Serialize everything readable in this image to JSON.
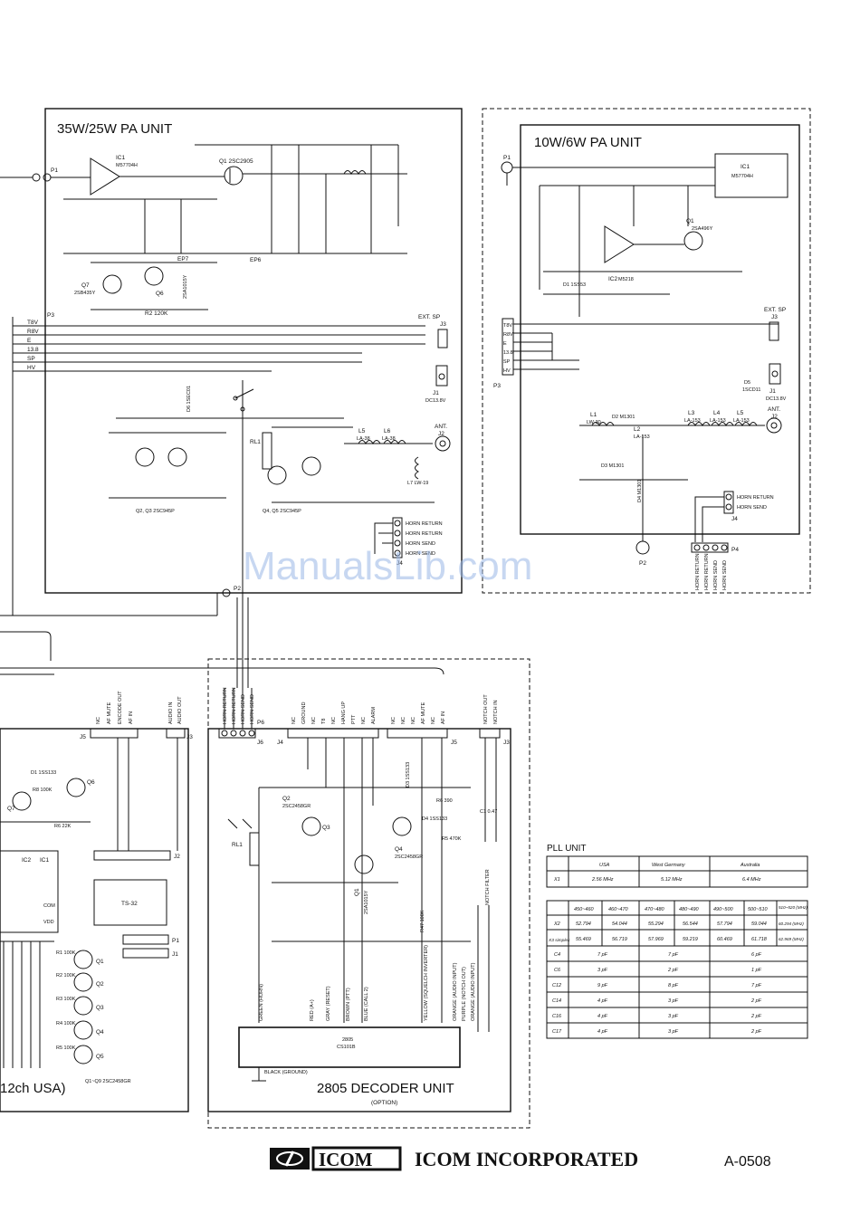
{
  "pa35": {
    "title": "35W/25W PA UNIT",
    "ic": "IC1",
    "ic_part": "M57704H",
    "q1": "Q1 2SC2905",
    "q7": "Q7",
    "q7_part": "2SB435Y",
    "q6": "Q6",
    "q6_part": "2SA1015Y",
    "q23_note": "Q2, Q3 2SC945P",
    "q45_note": "Q4, Q5 2SC945P",
    "r2": "R2 120K",
    "rl1": "RL1",
    "d6": "D6 1SEC01",
    "l5": "L5",
    "l5_part": "LA-38",
    "l6": "L6",
    "l6_part": "LA-38",
    "l7": "L7 LW-19",
    "ep6": "EP6",
    "ep7": "EP7",
    "p1": "P1",
    "p2": "P2",
    "p3": "P3",
    "rails": [
      "T8V",
      "R8V",
      "E",
      "13.8",
      "SP",
      "HV"
    ],
    "ext_sp": "EXT. SP",
    "j3": "J3",
    "j1": "J1",
    "j1_val": "DC13.8V",
    "ant": "ANT.",
    "j2": "J2",
    "j4": "J4",
    "horn": [
      "HORN RETURN",
      "HORN RETURN",
      "HORN SEND",
      "HORN SEND"
    ]
  },
  "pa10": {
    "title": "10W/6W PA UNIT",
    "ic1": "IC1",
    "ic1_part": "M57704H",
    "ic2": "IC2",
    "ic2_part": "M5218",
    "q1": "Q1",
    "q1_part": "2SA496Y",
    "d1": "D1 1SS53",
    "d2": "D2 M1301",
    "d3": "D3 M1301",
    "d4": "D4 M1301",
    "d5": "D5",
    "d5_part": "1SCD11",
    "l1": "L1",
    "l1_part": "LW-30",
    "l2": "L2",
    "l2_part": "LA-153",
    "l3": "L3",
    "l3_part": "LA-153",
    "l4": "L4",
    "l4_part": "LA-153",
    "l5": "L5",
    "l5_part": "LA-153",
    "p1": "P1",
    "p2": "P2",
    "p3": "P3",
    "rails": [
      "T8V",
      "R8V",
      "E",
      "13.8",
      "SP",
      "HV"
    ],
    "ext_sp": "EXT. SP",
    "j3": "J3",
    "j1": "J1",
    "j1_val": "DC13.8V",
    "ant": "ANT.",
    "j2": "J2",
    "j4": "J4",
    "p4": "P4",
    "horn_j4": [
      "HORN RETURN",
      "HORN SEND"
    ],
    "horn_p4": [
      "HORN RETURN",
      "HORN RETURN",
      "HORN SEND",
      "HORN SEND"
    ]
  },
  "encoder": {
    "j5": "J5",
    "j3": "J3",
    "j2": "J2",
    "p1": "P1",
    "j1": "J1",
    "pins_j5": [
      "NC",
      "AF MUTE",
      "ENCODE OUT",
      "AF IN"
    ],
    "pins_j3": [
      "AUDIO IN",
      "AUDIO OUT"
    ],
    "d1": "D1 1SS133",
    "q6": "Q6",
    "q7": "Q7",
    "r8": "R8 100K",
    "r6": "R6 22K",
    "ic2": "IC2",
    "ic1": "IC1",
    "com": "COM",
    "vdd": "VDD",
    "ts": "TS-32",
    "r_list": [
      "R1 100K",
      "R2 100K",
      "R3 100K",
      "R4 100K",
      "R5 100K"
    ],
    "q_list": [
      "Q1",
      "Q2",
      "Q3",
      "Q4",
      "Q5"
    ],
    "q_note": "Q1~Q9 2SC2458GR",
    "caption": "12ch USA)"
  },
  "decoder": {
    "title": "2805 DECODER UNIT",
    "subtitle": "(OPTION)",
    "p6": "P6",
    "j6": "J6",
    "j4": "J4",
    "j5": "J5",
    "j3": "J3",
    "pins_p6": [
      "HORN RETURN",
      "HORN RETURN",
      "HORN SEND",
      "HORN SEND"
    ],
    "pins_j4": [
      "NC",
      "GROUND",
      "NC",
      "T8",
      "NC",
      "HANG UP",
      "PTT",
      "NC",
      "ALARM"
    ],
    "pins_j5": [
      "NC",
      "NC",
      "NC",
      "AF MUTE",
      "NC",
      "AF IN"
    ],
    "pins_j3": [
      "NOTCH OUT",
      "NOTCH IN"
    ],
    "q2": "Q2",
    "q2_part": "2SC2458GR",
    "q3": "Q3",
    "q1": "Q1",
    "q1_part": "2SA1015Y",
    "q4": "Q4",
    "q4_part": "2SC2458GR",
    "d3": "D3 1SS133",
    "d4": "D4 1SS133",
    "rl1": "RL1",
    "r6": "R6 390",
    "r5": "R5 470K",
    "r47": "R47 100K",
    "c1": "C1 0.47",
    "notch": "NOTCH FILTER",
    "chip": "2805",
    "chip_part": "CS101B",
    "wires": [
      "GREEN (HORN)",
      "RED (A+)",
      "GRAY (RESET)",
      "BROWN (PTT)",
      "BLUE (CALL 2)",
      "YELLOW (SQUELCH INVERTER)",
      "ORANGE (AUDIO INPUT)",
      "PURPLE (NOTCH OUT)",
      "ORANGE (AUDIO INPUT)"
    ],
    "ground": "BLACK (GROUND)"
  },
  "pll": {
    "title": "PLL UNIT",
    "table1": {
      "headers": [
        "",
        "USA",
        "West Germany",
        "Australia"
      ],
      "rows": [
        [
          "X1",
          "2.56 MHz",
          "5.12 MHz",
          "6.4 MHz"
        ]
      ]
    },
    "table2": {
      "headers": [
        "",
        "450~460",
        "460~470",
        "470~480",
        "480~490",
        "490~500",
        "500~510",
        "510~520 (MHz)"
      ],
      "rows": [
        [
          "X2",
          "52.794",
          "54.044",
          "55.294",
          "56.544",
          "57.794",
          "59.044",
          "60.294 (MHz)"
        ],
        [
          "X3 simplex",
          "55.469",
          "56.719",
          "57.969",
          "59.219",
          "60.469",
          "61.718",
          "62.969 (MHz)"
        ]
      ]
    },
    "table3": {
      "rows": [
        [
          "C4",
          "7 pF",
          "7 pF",
          "6 pF"
        ],
        [
          "C6",
          "3 pF",
          "2 pF",
          "1 pF"
        ],
        [
          "C12",
          "9 pF",
          "8 pF",
          "7 pF"
        ],
        [
          "C14",
          "4 pF",
          "3 pF",
          "2 pF"
        ],
        [
          "C16",
          "4 pF",
          "3 pF",
          "2 pF"
        ],
        [
          "C17",
          "4 pF",
          "3 pF",
          "2 pF"
        ]
      ]
    }
  },
  "footer": {
    "logo": "ICOM",
    "company": "ICOM INCORPORATED",
    "doc": "A-0508"
  },
  "watermark": "ManualsLib.com"
}
